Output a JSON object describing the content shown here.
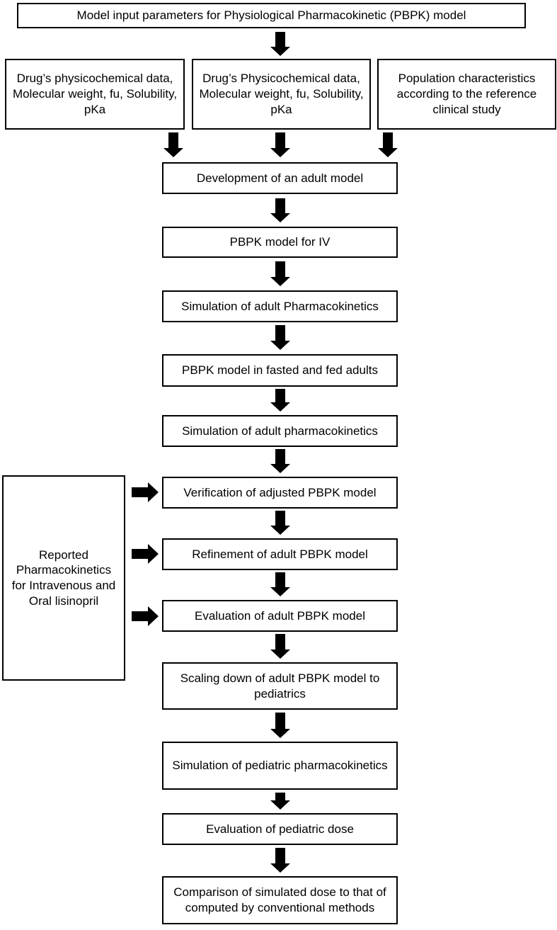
{
  "title": "Model input parameters for Physiological Pharmacokinetic (PBPK) model",
  "inputs": [
    "Drug’s physicochemical data, Molecular weight, fu, Solubility, pKa",
    "Drug’s Physicochemical data, Molecular weight, fu, Solubility, pKa",
    "Population characteristics according to the reference clinical study"
  ],
  "side_box": "Reported Pharmacokinetics for Intravenous and Oral lisinopril",
  "steps": [
    "Development of an adult model",
    "PBPK model for IV",
    "Simulation of adult Pharmacokinetics",
    "PBPK model in fasted and fed adults",
    "Simulation of adult pharmacokinetics",
    "Verification of adjusted PBPK model",
    "Refinement of adult PBPK model",
    "Evaluation of adult PBPK model",
    "Scaling down of adult PBPK model to pediatrics",
    "Simulation of pediatric pharmacokinetics",
    "Evaluation of pediatric dose",
    "Comparison of simulated dose to that of computed by conventional methods"
  ]
}
